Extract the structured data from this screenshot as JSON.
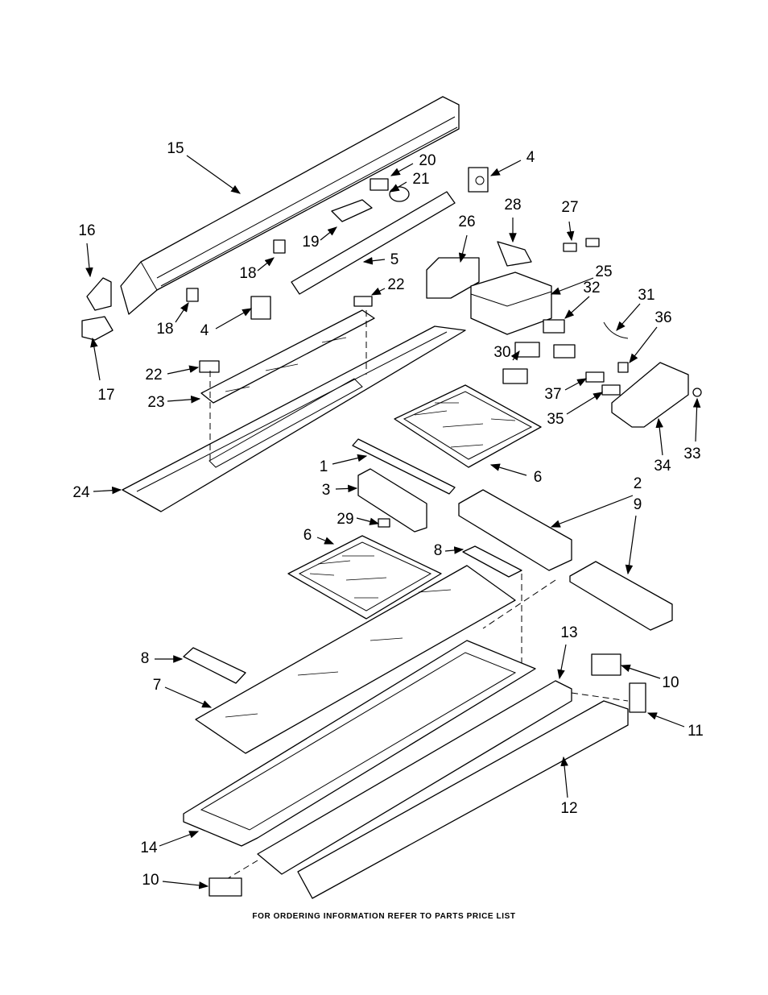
{
  "callouts": {
    "c15": "15",
    "c20": "20",
    "c21": "21",
    "c4a": "4",
    "c16": "16",
    "c28": "28",
    "c27": "27",
    "c26": "26",
    "c19": "19",
    "c18a": "18",
    "c5": "5",
    "c25": "25",
    "c32": "32",
    "c31": "31",
    "c22a": "22",
    "c36": "36",
    "c18b": "18",
    "c4b": "4",
    "c17": "17",
    "c22b": "22",
    "c30": "30",
    "c23": "23",
    "c37": "37",
    "c35": "35",
    "c34": "34",
    "c33": "33",
    "c1": "1",
    "c6a": "6",
    "c24": "24",
    "c3": "3",
    "c2": "2",
    "c9": "9",
    "c29": "29",
    "c6b": "6",
    "c8a": "8",
    "c13": "13",
    "c8b": "8",
    "c10a": "10",
    "c7": "7",
    "c11": "11",
    "c12": "12",
    "c14": "14",
    "c10b": "10"
  },
  "footer": "FOR ORDERING INFORMATION REFER TO PARTS PRICE LIST"
}
